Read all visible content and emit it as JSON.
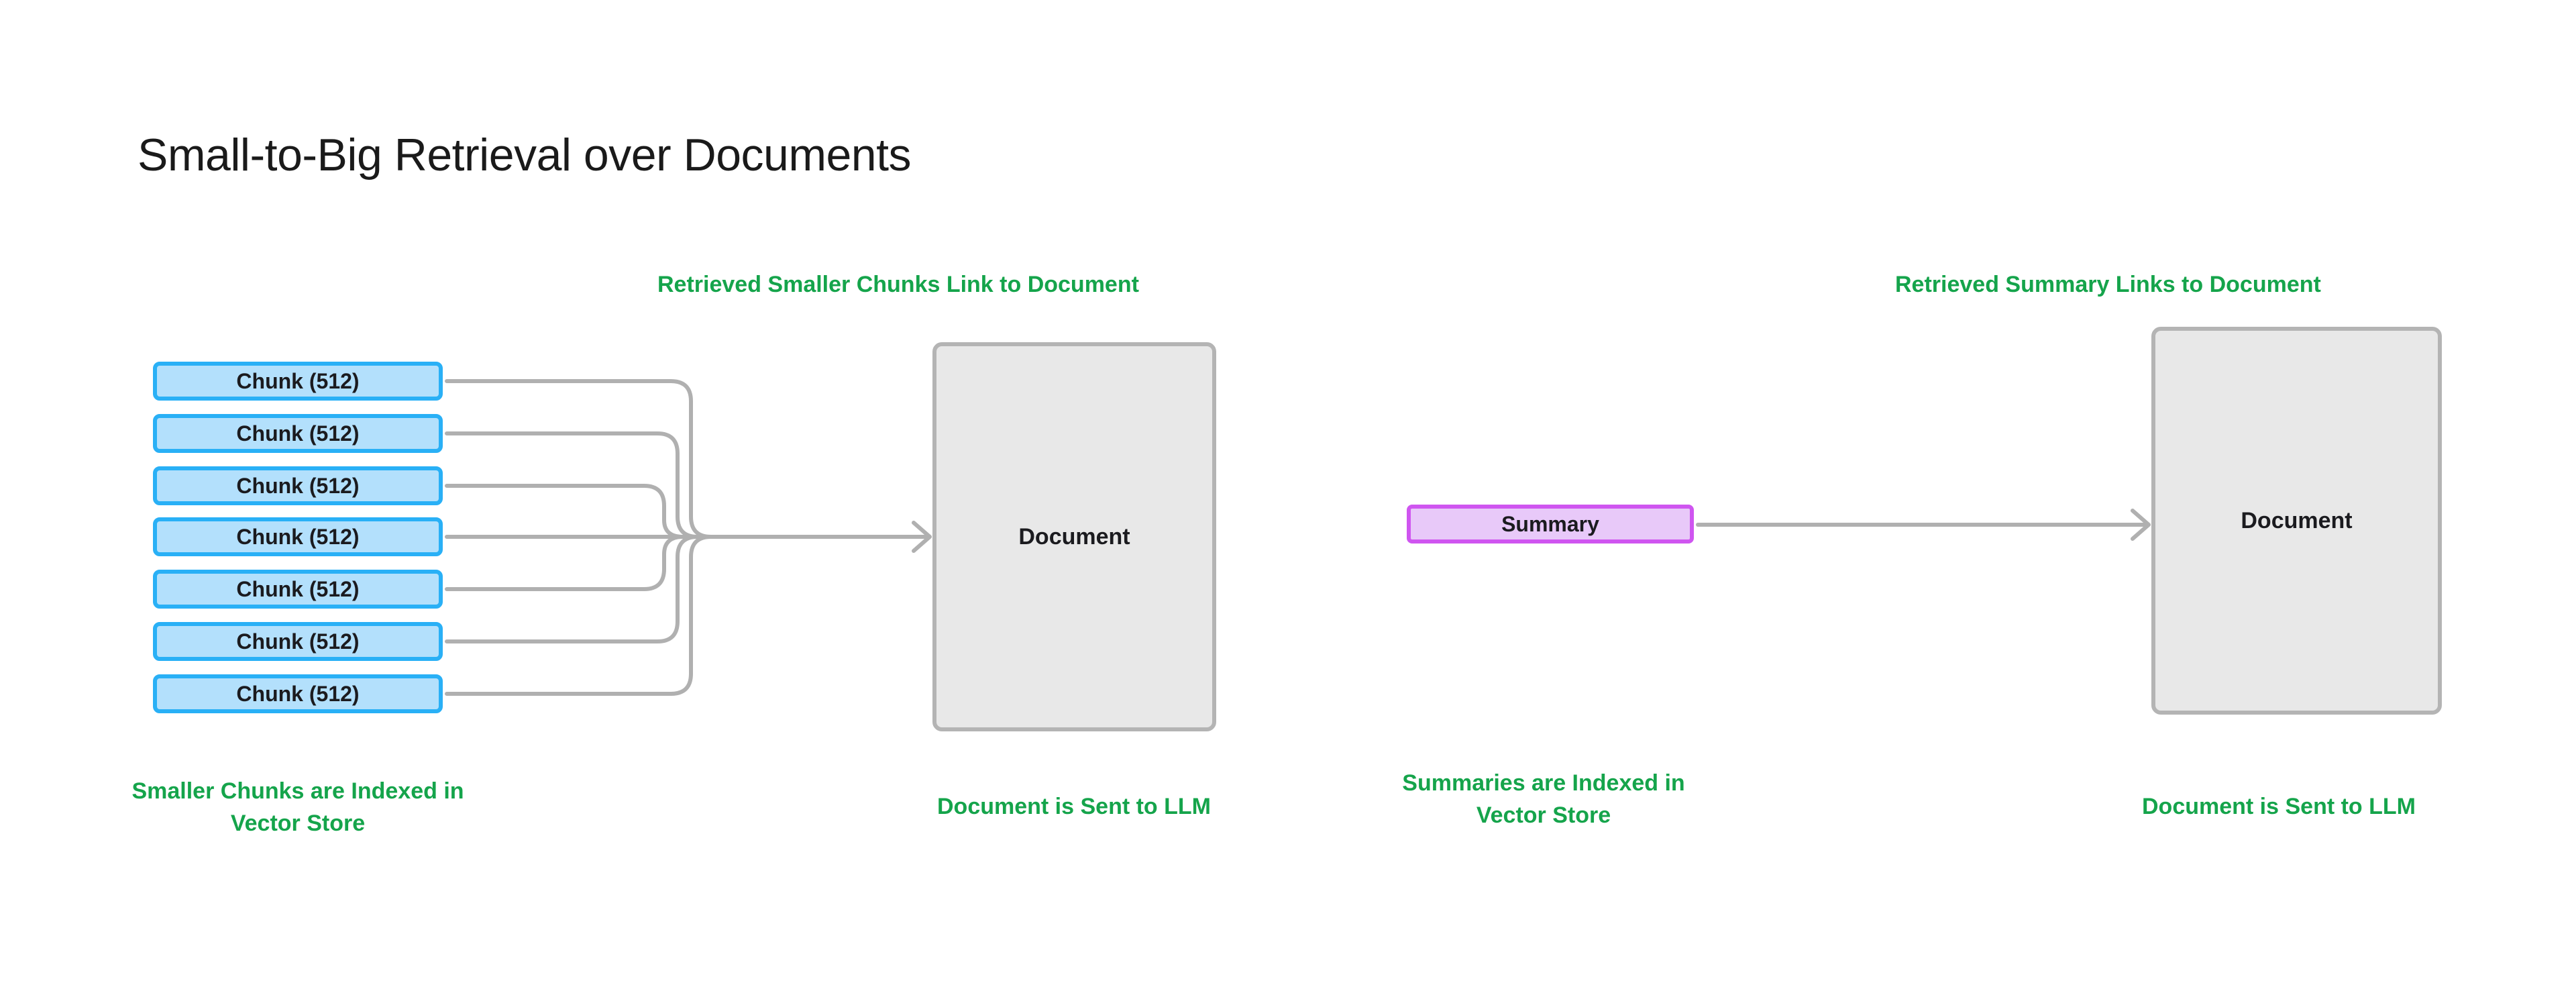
{
  "page": {
    "title": "Small-to-Big Retrieval over Documents",
    "background_color": "#ffffff"
  },
  "colors": {
    "accent_green": "#15a44b",
    "chunk_fill": "#b3e0fc",
    "chunk_border": "#29b0f6",
    "summary_fill": "#e8c9f9",
    "summary_border": "#cf55f0",
    "document_fill": "#e8e8e8",
    "document_border": "#b4b4b4",
    "edge": "#b0b0b0",
    "text": "#1b1b1f"
  },
  "left_panel": {
    "header_label": "Retrieved Smaller Chunks Link to Document",
    "chunks": [
      {
        "label": "Chunk (512)"
      },
      {
        "label": "Chunk (512)"
      },
      {
        "label": "Chunk (512)"
      },
      {
        "label": "Chunk (512)"
      },
      {
        "label": "Chunk (512)"
      },
      {
        "label": "Chunk (512)"
      },
      {
        "label": "Chunk (512)"
      }
    ],
    "chunk_count": 7,
    "source_caption": "Smaller Chunks are Indexed in Vector Store",
    "document_label": "Document",
    "target_caption": "Document is Sent to LLM"
  },
  "right_panel": {
    "header_label": "Retrieved Summary Links to Document",
    "summary_label": "Summary",
    "source_caption": "Summaries are Indexed in Vector Store",
    "document_label": "Document",
    "target_caption": "Document is Sent to LLM"
  }
}
